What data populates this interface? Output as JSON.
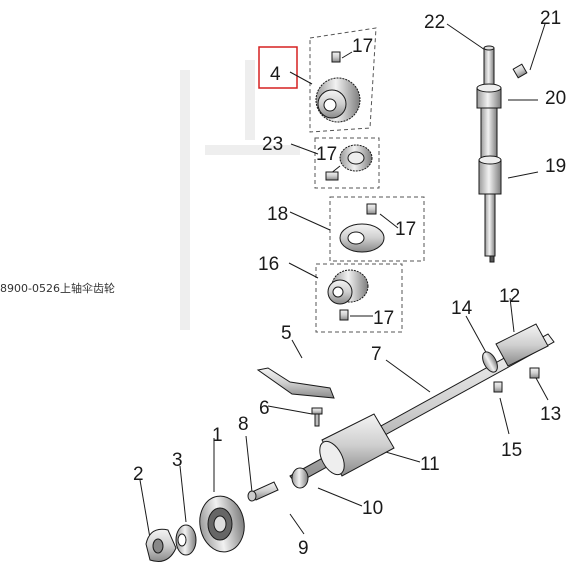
{
  "side_text": "8900-0526上轴伞齿轮",
  "highlighted_part": "4",
  "highlight_color": "#d62020",
  "line_color": "#1a1a1a",
  "parts": {
    "p1": "1",
    "p2": "2",
    "p3": "3",
    "p4": "4",
    "p5": "5",
    "p6": "6",
    "p7": "7",
    "p8": "8",
    "p9": "9",
    "p10": "10",
    "p11": "11",
    "p12": "12",
    "p13": "13",
    "p14": "14",
    "p15": "15",
    "p16": "16",
    "p17a": "17",
    "p17b": "17",
    "p17c": "17",
    "p17d": "17",
    "p18": "18",
    "p19": "19",
    "p20": "20",
    "p21": "21",
    "p22": "22",
    "p23": "23"
  }
}
